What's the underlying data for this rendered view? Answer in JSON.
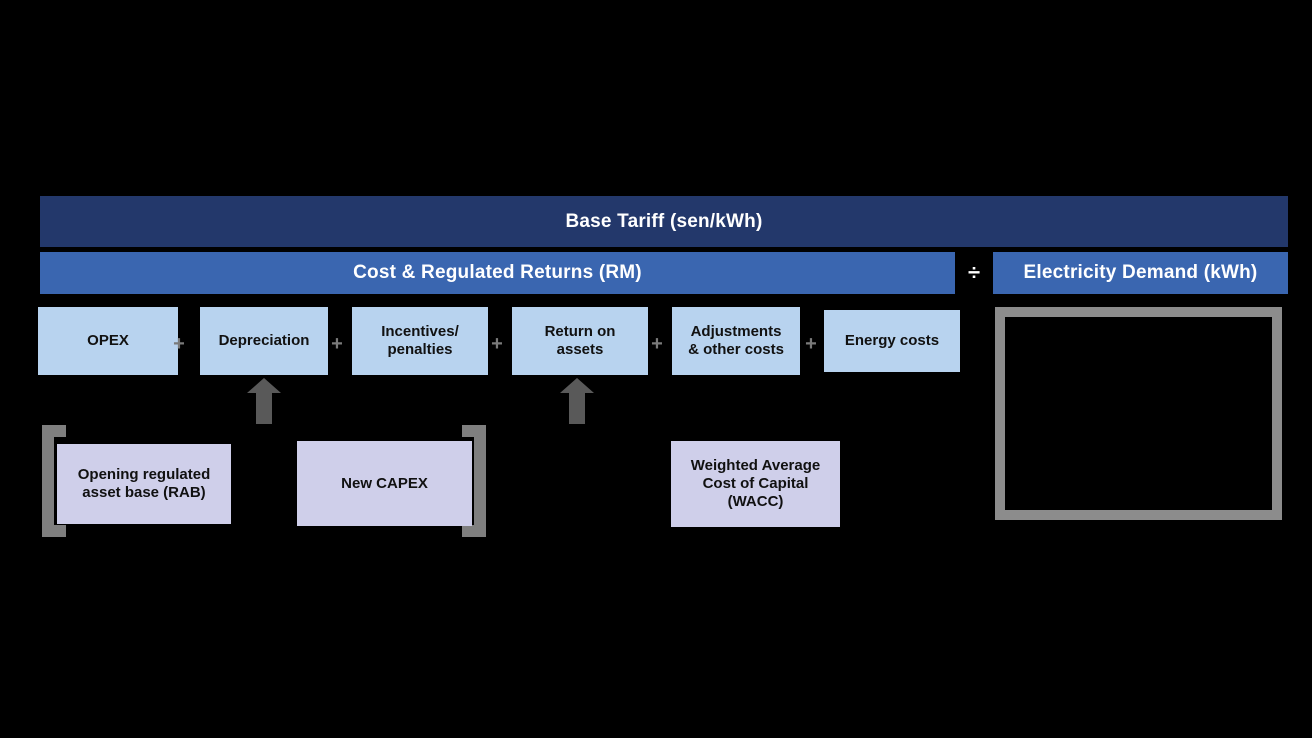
{
  "diagram": {
    "title": "Base Tariff build-up",
    "colors": {
      "background": "#000000",
      "dark_navy_bar": "#23386B",
      "blue_bar": "#3A66B0",
      "component_box": "#B8D3EF",
      "driver_box": "#CFCFEA",
      "connector_gray": "#595959",
      "panel_border_gray": "#8C8C8C",
      "bar_text": "#FFFFFF",
      "box_text": "#111111"
    },
    "bars": {
      "base_tariff": "Base Tariff (sen/kWh)",
      "cost_regulated_returns": "Cost & Regulated Returns (RM)",
      "divide_operator": "÷",
      "electricity_demand": "Electricity Demand (kWh)"
    },
    "components": [
      {
        "label": "OPEX"
      },
      {
        "label": "Depreciation"
      },
      {
        "label": "Incentives/\npenalties"
      },
      {
        "label": "Return on\nassets"
      },
      {
        "label": "Adjustments\n& other costs"
      },
      {
        "label": "Energy costs"
      }
    ],
    "component_labels": {
      "opex": "OPEX",
      "depreciation": "Depreciation",
      "incentives_penalties_line1": "Incentives/",
      "incentives_penalties_line2": "penalties",
      "return_on_assets_line1": "Return on",
      "return_on_assets_line2": "assets",
      "adjustments_line1": "Adjustments",
      "adjustments_line2": "& other costs",
      "energy_costs": "Energy costs"
    },
    "drivers": {
      "opening_rab_line1": "Opening regulated",
      "opening_rab_line2": "asset base (RAB)",
      "new_capex": "New CAPEX",
      "wacc_line1": "Weighted Average",
      "wacc_line2": "Cost of Capital",
      "wacc_line3": "(WACC)"
    },
    "connectors": {
      "plus": "+",
      "arrow_up": "arrow-up"
    }
  }
}
